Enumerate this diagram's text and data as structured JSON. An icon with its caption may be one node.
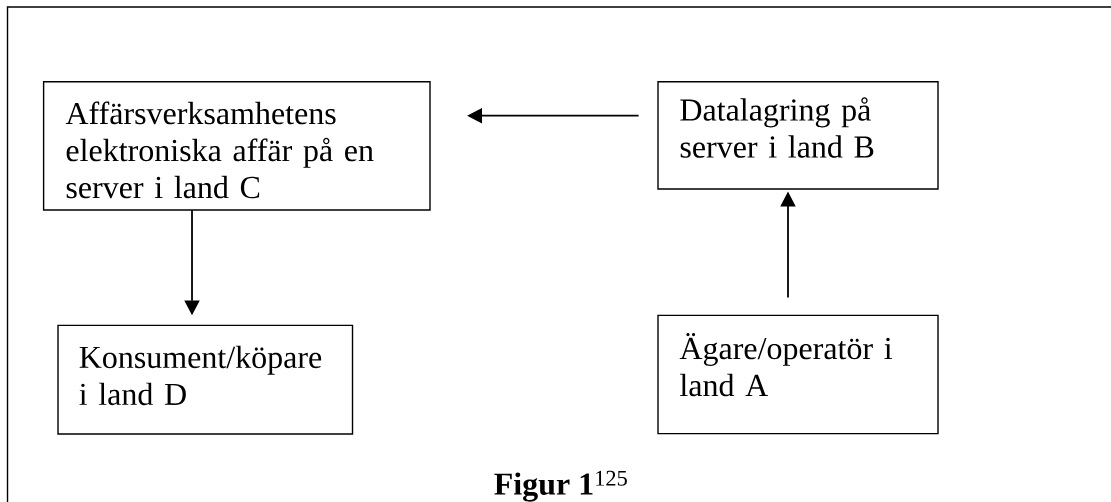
{
  "diagram": {
    "caption": "**Figur 1**$^{125}$",
    "nodes": [
      {
        "text": [
          "Affärsverksamhetens elektroniska affär på en server i land C"
        ]
      },
      {
        "text": [
          "Datalagring på server i land B"
        ]
      },
      {
        "text": [
          "Konsument/köpare i land D"
        ]
      },
      {
        "text": [
          "Ägare/operatör i land A"
        ]
      }
    ],
    "edges": [
      {
        "from": 1,
        "to": 0,
        "arrow": "to"
      },
      {
        "from": 0,
        "to": 2,
        "arrow": "to"
      },
      {
        "from": 3,
        "to": 1,
        "arrow": "to"
      }
    ]
  }
}
